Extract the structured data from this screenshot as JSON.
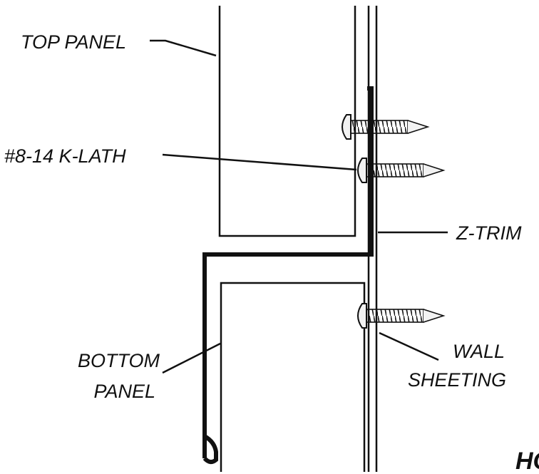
{
  "labels": {
    "top_panel": "TOP PANEL",
    "screw": "#8-14 K-LATH",
    "z_trim": "Z-TRIM",
    "wall_line1": "WALL",
    "wall_line2": "SHEETING",
    "bottom_line1": "BOTTOM",
    "bottom_line2": "PANEL"
  },
  "brand_fragment": "HC",
  "colors": {
    "line": "#111111",
    "screw_fill": "#f2f2f2",
    "background": "#ffffff"
  },
  "icons": [
    "screw-icon"
  ]
}
